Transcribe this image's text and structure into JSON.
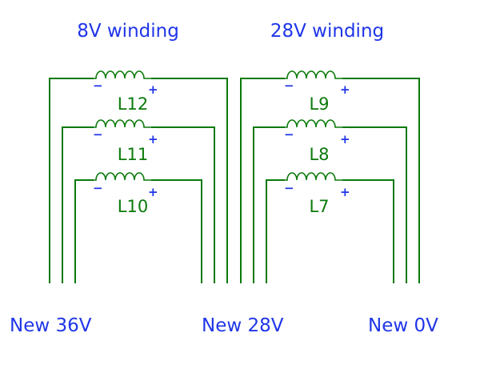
{
  "headings": {
    "left": "8V winding",
    "right": "28V winding"
  },
  "inductors": {
    "L12": "L12",
    "L11": "L11",
    "L10": "L10",
    "L9": "L9",
    "L8": "L8",
    "L7": "L7"
  },
  "polarity": {
    "minus": "−",
    "plus": "+"
  },
  "terminals": {
    "left": "New 36V",
    "middle": "New 28V",
    "right": "New 0V"
  },
  "colors": {
    "wire": "#0a7a0a",
    "label": "#1f35e8"
  }
}
